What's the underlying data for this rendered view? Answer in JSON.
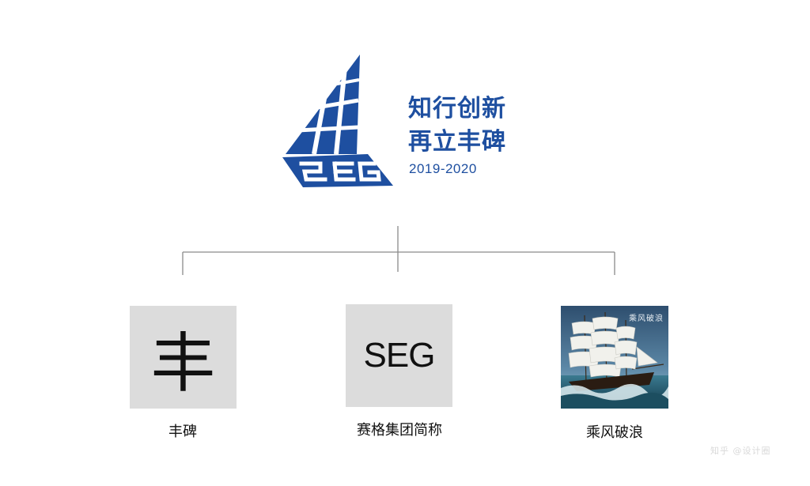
{
  "slogan": {
    "line1": "知行创新",
    "line2": "再立丰碑",
    "years": "2019-2020"
  },
  "logo": {
    "icon": "sailboat-logo",
    "text": "SEG",
    "color": "#1e4fa0"
  },
  "items": [
    {
      "glyph": "丰",
      "caption": "丰碑"
    },
    {
      "glyph": "SEG",
      "caption": "赛格集团简称"
    },
    {
      "image": "sailing-ship-photo",
      "overlay": "乘风破浪",
      "caption": "乘风破浪"
    }
  ],
  "watermark": "知乎 @设计圈"
}
